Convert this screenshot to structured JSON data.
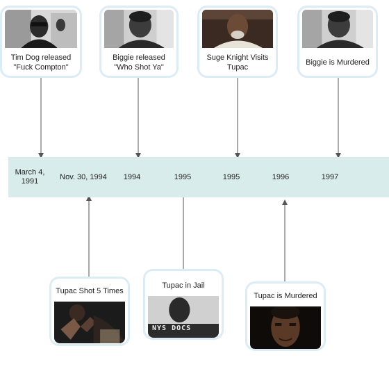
{
  "timeline": {
    "dates": [
      "March 4, 1991",
      "Nov. 30, 1994",
      "1994",
      "1995",
      "1995",
      "1996",
      "1997"
    ]
  },
  "events_top": [
    {
      "label": "Tim Dog released \"Fuck Compton\"",
      "image": "photo-tim-dog"
    },
    {
      "label": "Biggie released \"Who Shot Ya\"",
      "image": "photo-biggie"
    },
    {
      "label": "Suge Knight Visits Tupac",
      "image": "photo-suge-knight"
    },
    {
      "label": "Biggie is Murdered",
      "image": "photo-biggie"
    }
  ],
  "events_bottom": [
    {
      "label": "Tupac Shot 5 Times",
      "image": "photo-tupac-shot"
    },
    {
      "label": "Tupac in Jail",
      "image": "photo-tupac-mugshot",
      "image_text": "NYS DOCS"
    },
    {
      "label": "Tupac is Murdered",
      "image": "photo-tupac-portrait"
    }
  ],
  "colors": {
    "band": "#d9ecec",
    "card_border": "#dcecf6",
    "arrow": "#555555"
  }
}
